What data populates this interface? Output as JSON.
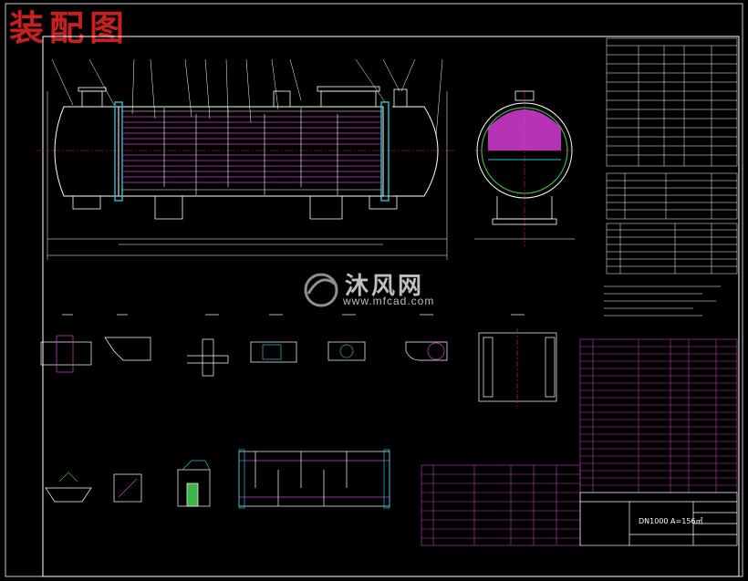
{
  "header": {
    "title": "装配图"
  },
  "watermark": {
    "brand": "沐风网",
    "url": "www.mfcad.com"
  },
  "title_block": {
    "spec": "DN1000 A=156㎡"
  },
  "colors": {
    "background": "#000000",
    "frame": "#ffffff",
    "title_red": "#c8201e",
    "tube_magenta": "#d63cd6",
    "flange_cyan": "#22c4d8",
    "saddle_green": "#3cb44a",
    "center_red": "#d02020",
    "dimension": "#ffffff",
    "table_lines": "#c03cc0"
  }
}
